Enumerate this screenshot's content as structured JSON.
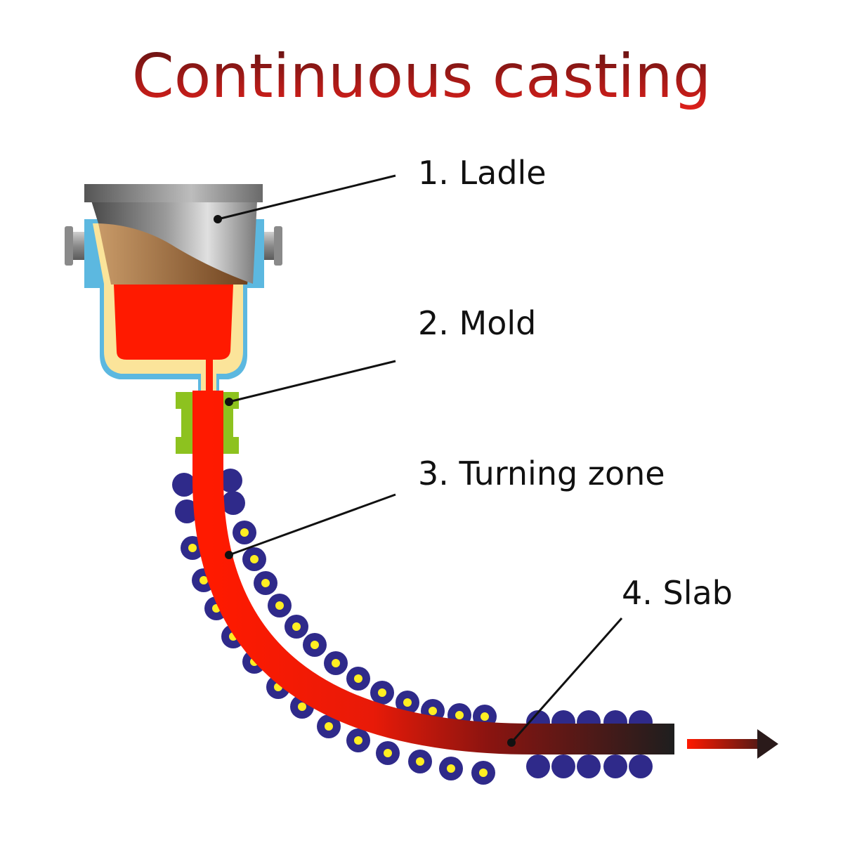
{
  "title": "Continuous casting",
  "labels": {
    "ladle": "1. Ladle",
    "mold": "2. Mold",
    "turning_zone": "3. Turning zone",
    "slab": "4. Slab"
  },
  "colors": {
    "title_dark": "#5a1212",
    "title_red": "#e3201b",
    "molten_steel": "#ff1a00",
    "slab_dark": "#1e1e1e",
    "ladle_lining": "#fbe49a",
    "ladle_shell": "#5cb8e0",
    "ladle_body_light": "#d8d8d8",
    "ladle_body_dark": "#5a5a5a",
    "slag": "#b8865a",
    "mold": "#8dc21f",
    "roller_outer": "#2f2a8a",
    "roller_core": "#ffee22",
    "leader_line": "#111111"
  }
}
